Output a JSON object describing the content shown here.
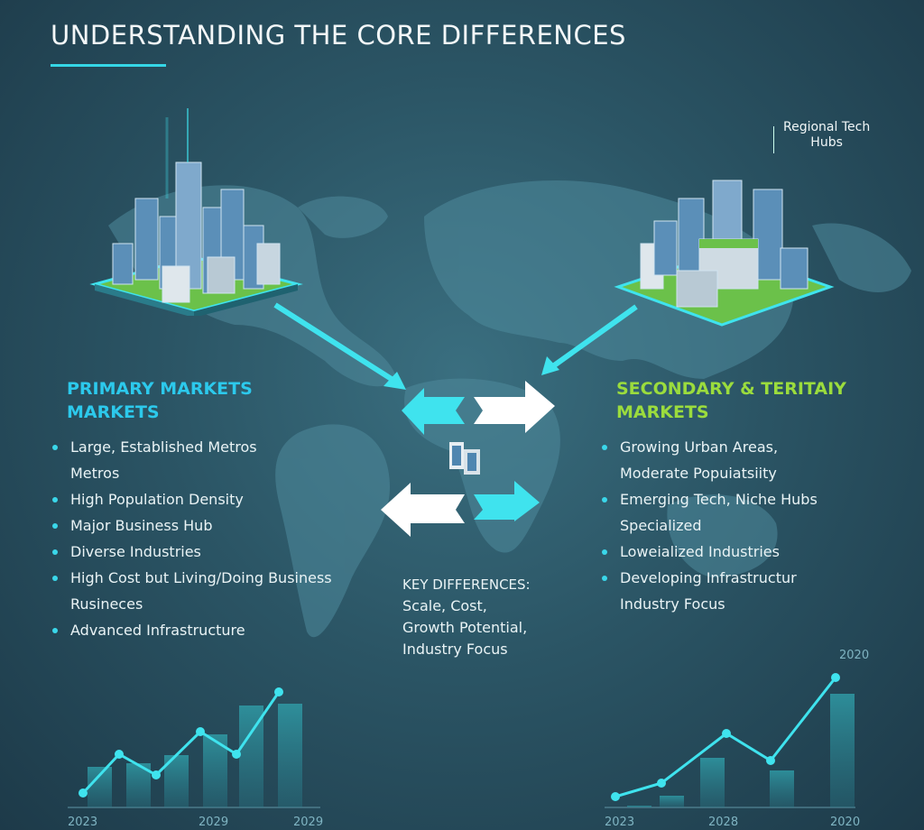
{
  "title": "UNDERSTANDING THE CORE DIFFERENCES",
  "accent_colors": {
    "primary": "#2cc9ec",
    "secondary": "#9bdc3d",
    "arrow_cyan": "#3fe3ee",
    "background": "#2b5565"
  },
  "callout": {
    "line1": "Regional Tech",
    "line2": "Hubs"
  },
  "primary": {
    "heading_line1": "PRIMARY MARKETS",
    "heading_line2": "MARKETS",
    "items": [
      "Large, Established Metros",
      "Metros",
      "High Population Density",
      "Major Business Hub",
      "Diverse Industries",
      "High Cost but Living/Doing Business",
      "Rusineces",
      "Advanced Infrastructure"
    ]
  },
  "secondary": {
    "heading_line1": "SECONDARY & TERITAIY",
    "heading_line2": "MARKETS",
    "items": [
      "Growing Urban Areas,",
      "Moderate Popuiatsiity",
      "Emerging Tech, Niche Hubs",
      "Specialized",
      "Loweialized Industries",
      "Developing Infrastructur",
      "Industry Focus"
    ]
  },
  "key_differences": {
    "title": "KEY DIFFERENCES:",
    "line1": "Scale, Cost,",
    "line2": "Growth Potential,",
    "line3": "Industry Focus"
  },
  "icons": [
    "city-skyline-icon",
    "arrow-exchange-icon",
    "office-building-icon",
    "world-map"
  ],
  "chart_data": [
    {
      "type": "bar",
      "bars": [
        45,
        49,
        58,
        81,
        113,
        115
      ],
      "line": [
        16,
        59,
        36,
        84,
        59,
        128
      ],
      "tick_labels": [
        "2023",
        "2029",
        "2029"
      ],
      "grid": false
    },
    {
      "type": "bar",
      "bars": [
        2,
        13,
        55,
        41,
        126
      ],
      "line": [
        12,
        27,
        82,
        52,
        144
      ],
      "tick_labels": [
        "2023",
        "2028",
        "2020"
      ],
      "top_label": "2020",
      "grid": false
    }
  ]
}
